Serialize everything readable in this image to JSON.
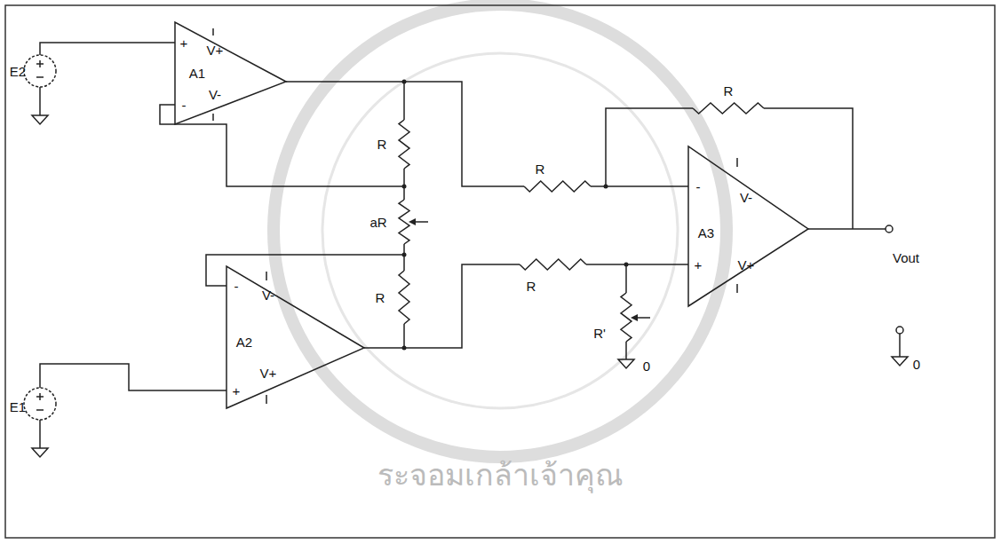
{
  "diagram": {
    "labels": [
      "E2",
      "A1",
      "V+",
      "V-",
      "+",
      "-",
      "R",
      "R",
      "R",
      "aR",
      "R",
      "V-",
      "A2",
      "V+",
      "-",
      "+",
      "R",
      "R'",
      "A3",
      "V-",
      "V+",
      "-",
      "+",
      "Vout",
      "0",
      "0",
      "E1",
      "ระจอมเกล้าเจ้าคุณ"
    ]
  }
}
